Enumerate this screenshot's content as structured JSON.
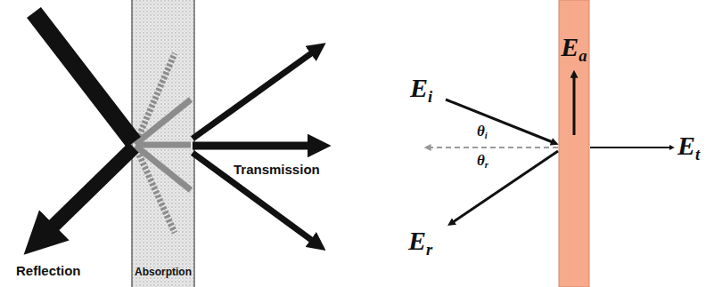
{
  "diagram": {
    "nodes": [
      {
        "text": [
          "Absorption"
        ]
      },
      {
        "text": [
          "Ea"
        ]
      }
    ],
    "labels": [
      "Reflection",
      "Transmission",
      "Ei",
      "θi",
      "θr",
      "Er",
      "Et"
    ]
  }
}
